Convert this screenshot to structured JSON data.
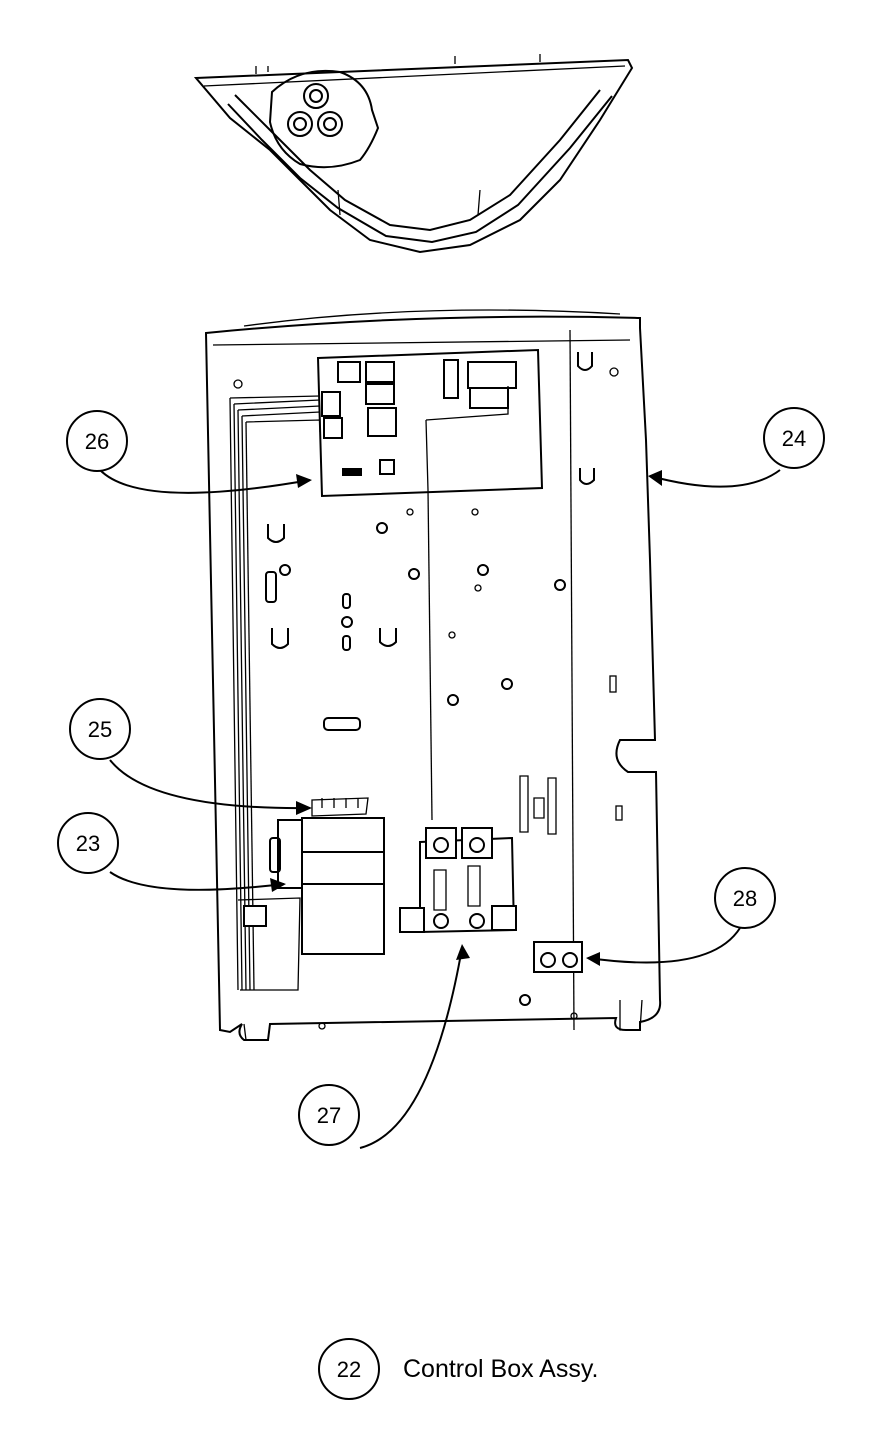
{
  "callouts": [
    {
      "id": "26",
      "label": "26"
    },
    {
      "id": "24",
      "label": "24"
    },
    {
      "id": "25",
      "label": "25"
    },
    {
      "id": "23",
      "label": "23"
    },
    {
      "id": "28",
      "label": "28"
    },
    {
      "id": "27",
      "label": "27"
    }
  ],
  "caption": {
    "number": "22",
    "text": "Control Box Assy."
  }
}
